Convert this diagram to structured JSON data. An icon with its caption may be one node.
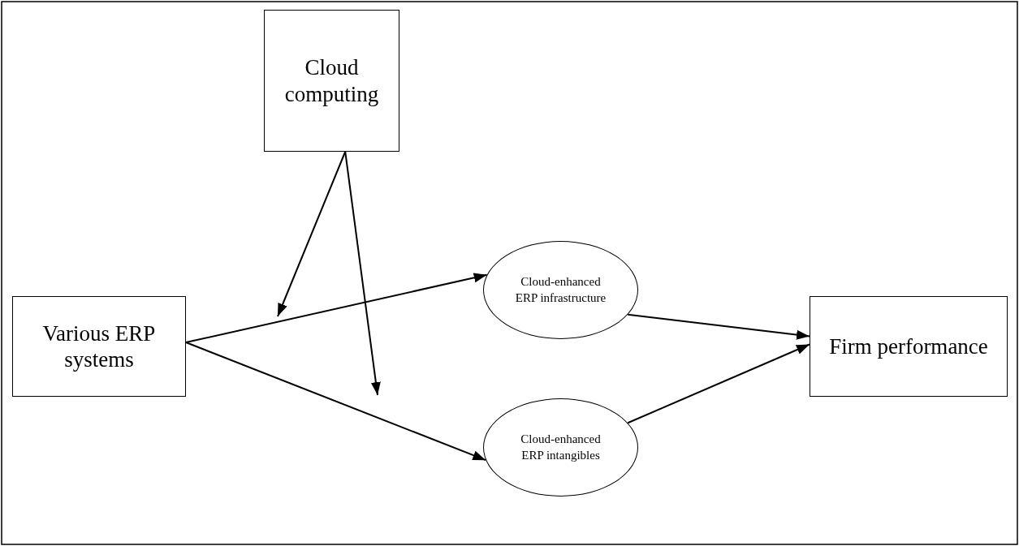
{
  "diagram": {
    "nodes": [
      {
        "text": [
          "Cloud computing"
        ]
      },
      {
        "text": [
          "Various ERP systems"
        ]
      },
      {
        "text": [
          "Cloud-enhanced ERP infrastructure"
        ]
      },
      {
        "text": [
          "Cloud-enhanced ERP intangibles"
        ]
      },
      {
        "text": [
          "Firm performance"
        ]
      }
    ],
    "edges": [
      {
        "from": 1,
        "to": 2,
        "arrow": "to"
      },
      {
        "from": 1,
        "to": 3,
        "arrow": "to"
      },
      {
        "from": 2,
        "to": 4,
        "arrow": "to"
      },
      {
        "from": 3,
        "to": 4,
        "arrow": "to"
      },
      {
        "from": 0,
        "to": null,
        "arrow": "to"
      },
      {
        "from": 0,
        "to": null,
        "arrow": "to"
      }
    ]
  }
}
